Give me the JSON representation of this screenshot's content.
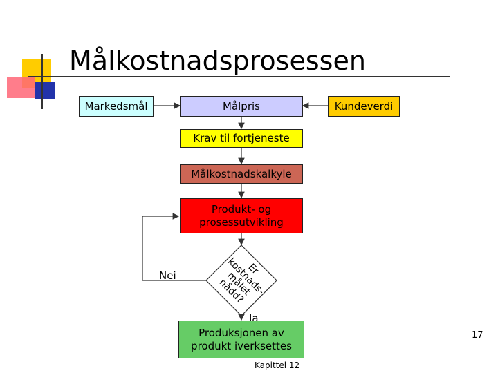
{
  "title": "Målkostnadsprosessen",
  "boxes": {
    "markedsmal": "Markedsmål",
    "malpris": "Målpris",
    "kundeverdi": "Kundeverdi",
    "krav": "Krav til fortjeneste",
    "malkostnadskalkyle": "Målkostnadskalkyle",
    "produktutvikling": "Produkt- og prosessutvikling",
    "produksjon": "Produksjonen av produkt iverksettes"
  },
  "decision": {
    "question": "Er kostnads-målet nådd?",
    "no_label": "Nei",
    "yes_label": "Ja"
  },
  "footer": {
    "chapter": "Kapittel 12",
    "page_number": "17"
  },
  "colors": {
    "markedsmal": "#ccffff",
    "malpris": "#ccccff",
    "kundeverdi": "#ffcc00",
    "krav": "#ffff00",
    "malkostnadskalkyle": "#cc6655",
    "produktutvikling": "#ff0000",
    "produksjon": "#66cc66"
  }
}
